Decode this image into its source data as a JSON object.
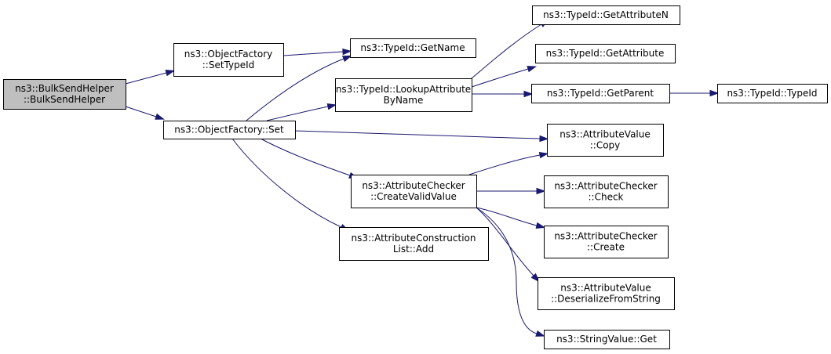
{
  "colors": {
    "edge": "#191970",
    "node_fill": "#ffffff",
    "node_highlight_fill": "#bfbfbf",
    "node_border": "#000000"
  },
  "nodes": [
    {
      "id": "bulk",
      "lines": [
        "ns3::BulkSendHelper",
        "::BulkSendHelper"
      ],
      "highlight": true
    },
    {
      "id": "settypeid",
      "lines": [
        "ns3::ObjectFactory",
        "::SetTypeId"
      ]
    },
    {
      "id": "set",
      "lines": [
        "ns3::ObjectFactory::Set"
      ]
    },
    {
      "id": "getname",
      "lines": [
        "ns3::TypeId::GetName"
      ]
    },
    {
      "id": "lookup",
      "lines": [
        "ns3::TypeId::LookupAttribute",
        "ByName"
      ]
    },
    {
      "id": "createvalid",
      "lines": [
        "ns3::AttributeChecker",
        "::CreateValidValue"
      ]
    },
    {
      "id": "listadd",
      "lines": [
        "ns3::AttributeConstruction",
        "List::Add"
      ]
    },
    {
      "id": "getattrn",
      "lines": [
        "ns3::TypeId::GetAttributeN"
      ]
    },
    {
      "id": "getattr",
      "lines": [
        "ns3::TypeId::GetAttribute"
      ]
    },
    {
      "id": "getparent",
      "lines": [
        "ns3::TypeId::GetParent"
      ]
    },
    {
      "id": "typeid",
      "lines": [
        "ns3::TypeId::TypeId"
      ]
    },
    {
      "id": "copy",
      "lines": [
        "ns3::AttributeValue",
        "::Copy"
      ]
    },
    {
      "id": "check",
      "lines": [
        "ns3::AttributeChecker",
        "::Check"
      ]
    },
    {
      "id": "create",
      "lines": [
        "ns3::AttributeChecker",
        "::Create"
      ]
    },
    {
      "id": "deser",
      "lines": [
        "ns3::AttributeValue",
        "::DeserializeFromString"
      ]
    },
    {
      "id": "strget",
      "lines": [
        "ns3::StringValue::Get"
      ]
    }
  ],
  "edges": [
    {
      "from": "bulk",
      "to": "settypeid"
    },
    {
      "from": "bulk",
      "to": "set"
    },
    {
      "from": "settypeid",
      "to": "getname"
    },
    {
      "from": "set",
      "to": "getname"
    },
    {
      "from": "set",
      "to": "lookup"
    },
    {
      "from": "set",
      "to": "copy"
    },
    {
      "from": "set",
      "to": "createvalid"
    },
    {
      "from": "set",
      "to": "listadd"
    },
    {
      "from": "lookup",
      "to": "getattrn"
    },
    {
      "from": "lookup",
      "to": "getattr"
    },
    {
      "from": "lookup",
      "to": "getparent"
    },
    {
      "from": "getparent",
      "to": "typeid"
    },
    {
      "from": "createvalid",
      "to": "copy"
    },
    {
      "from": "createvalid",
      "to": "check"
    },
    {
      "from": "createvalid",
      "to": "create"
    },
    {
      "from": "createvalid",
      "to": "deser"
    },
    {
      "from": "createvalid",
      "to": "strget"
    }
  ]
}
